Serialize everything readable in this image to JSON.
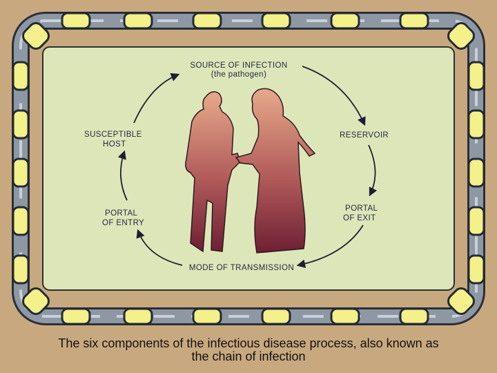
{
  "colors": {
    "background": "#c8a97f",
    "panel": "#dde6b8",
    "chain_link_fill": "#f4f08a",
    "chain_link_edge": "#222a33",
    "chain_metal": "#8e98a4",
    "figure_top": "#e7a98a",
    "figure_bottom": "#6e1f33",
    "arrow": "#1b1f33"
  },
  "diagram": {
    "title": "SOURCE OF INFECTION",
    "subtitle": "(the pathogen)",
    "nodes": [
      {
        "id": "reservoir",
        "label": "RESERVOIR"
      },
      {
        "id": "portal-exit",
        "label_lines": [
          "PORTAL",
          "OF EXIT"
        ]
      },
      {
        "id": "mode-transmission",
        "label": "MODE OF TRANSMISSION"
      },
      {
        "id": "portal-entry",
        "label_lines": [
          "PORTAL",
          "OF ENTRY"
        ]
      },
      {
        "id": "susceptible-host",
        "label_lines": [
          "SUSCEPTIBLE",
          "HOST"
        ]
      }
    ]
  },
  "caption": {
    "line1": "The six components of the infectious disease process, also known as",
    "line2": "the chain of infection"
  }
}
